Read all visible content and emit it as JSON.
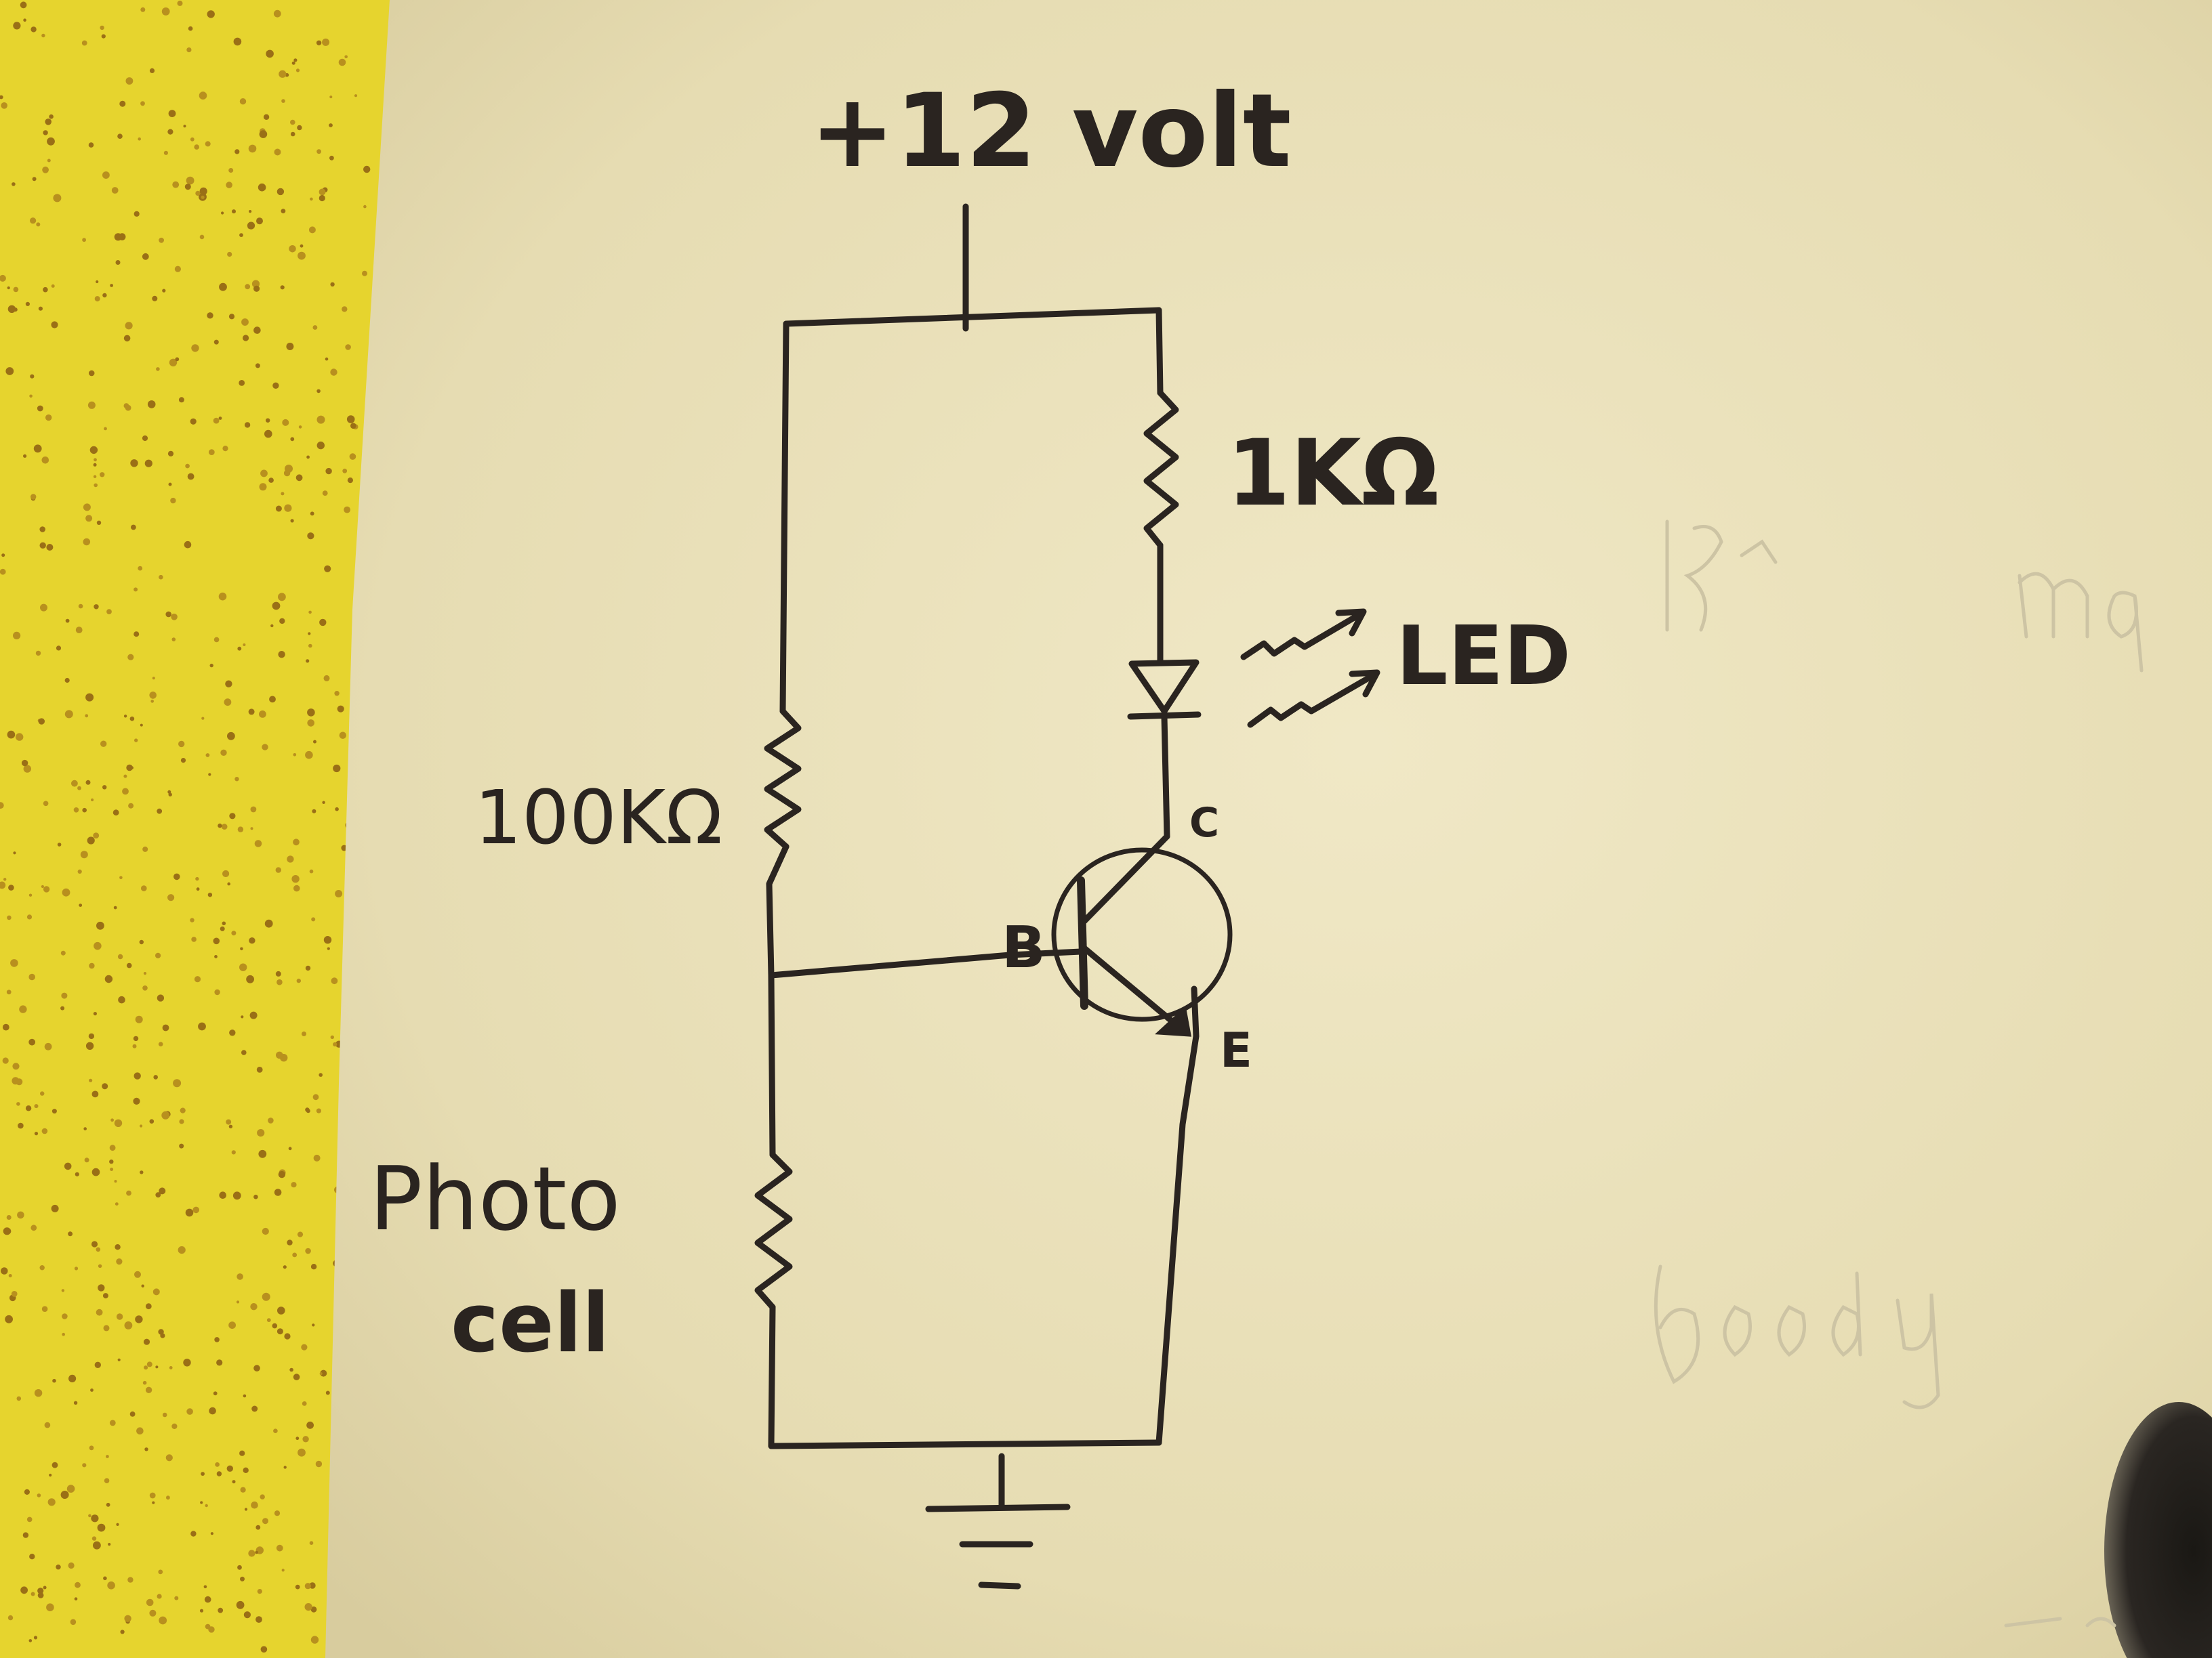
{
  "supply_label": "+12 volt",
  "resistor_1k_label": "1KΩ",
  "led_label": "LED",
  "resistor_100k_label": "100KΩ",
  "photocell_label_line1": "Photo",
  "photocell_label_line2": "cell",
  "transistor": {
    "collector_label": "C",
    "base_label": "B",
    "emitter_label": "E"
  },
  "colors": {
    "ink": "#2a2420",
    "paper": "#e8dfb8",
    "folder_yellow": "#e6d42e",
    "glitter": "#a07a1a"
  }
}
